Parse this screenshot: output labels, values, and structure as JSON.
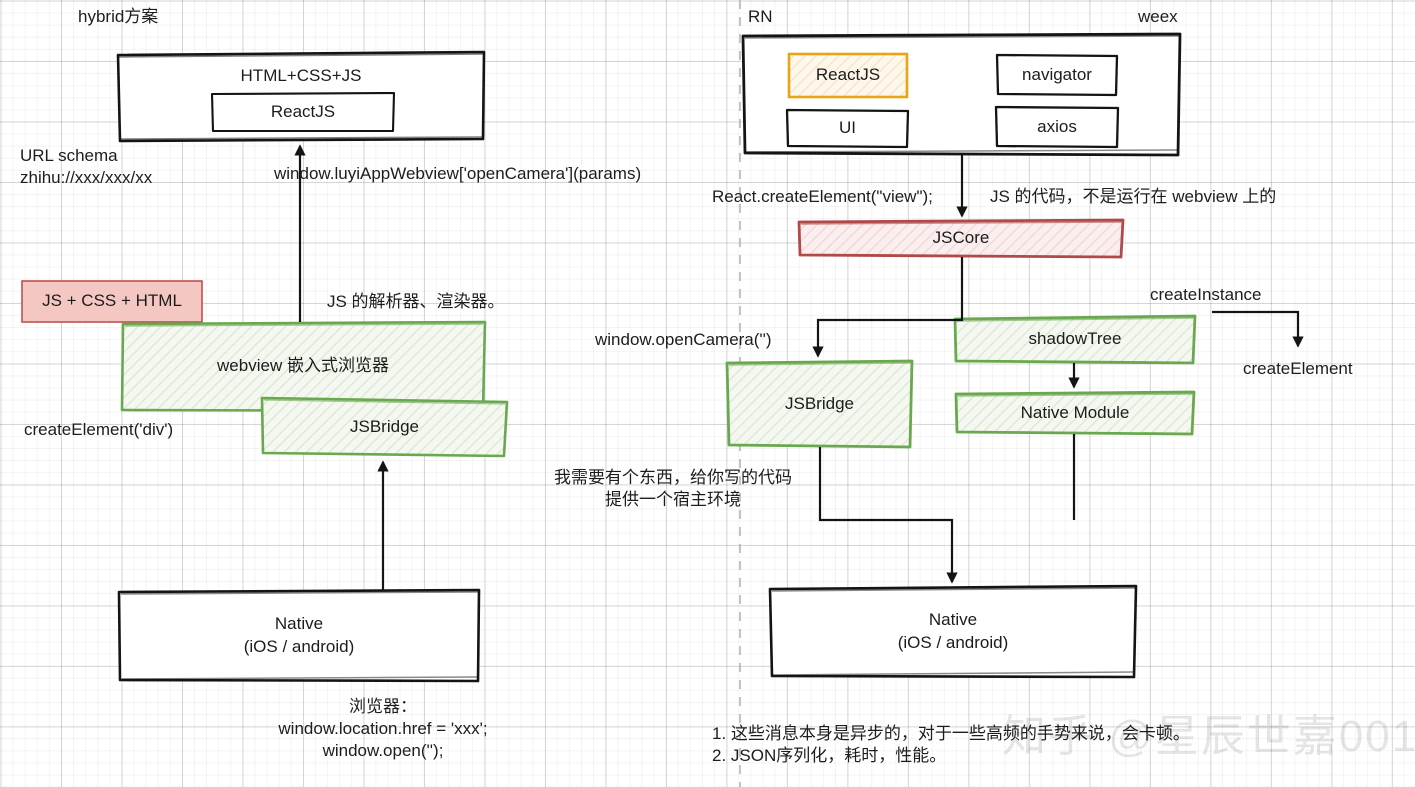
{
  "meta": {
    "watermark": "知乎 @星辰世嘉001"
  },
  "left_panel": {
    "title": "hybrid方案",
    "boxes": {
      "html_css_js": "HTML+CSS+JS",
      "reactjs": "ReactJS",
      "js_css_html_tag": "JS + CSS + HTML",
      "webview": "webview 嵌入式浏览器",
      "jsbridge": "JSBridge",
      "native": "Native\n(iOS / android)"
    },
    "labels": {
      "url_schema": "URL schema\nzhihu://xxx/xxx/xx",
      "bridge_call": "window.luyiAppWebview['openCamera'](params)",
      "js_parser": "JS 的解析器、渲染器。",
      "create_element_div": "createElement('div')",
      "browser_note": "浏览器：\nwindow.location.href = 'xxx';\nwindow.open('');"
    }
  },
  "right_panel": {
    "title_left": "RN",
    "title_right": "weex",
    "boxes": {
      "reactjs": "ReactJS",
      "ui": "UI",
      "navigator": "navigator",
      "axios": "axios",
      "jscore": "JSCore",
      "shadow_tree": "shadowTree",
      "jsbridge": "JSBridge",
      "native_module": "Native Module",
      "native": "Native\n(iOS / android)"
    },
    "labels": {
      "react_create_element": "React.createElement(\"view\");",
      "js_code_note": "JS 的代码，不是运行在 webview 上的",
      "window_open_camera": "window.openCamera('')",
      "create_instance": "createInstance",
      "create_element": "createElement",
      "host_env_note": "我需要有个东西，给你写的代码\n提供一个宿主环境",
      "footnote_1": "1. 这些消息本身是异步的，对于一些高频的手势来说，会卡顿。",
      "footnote_2": "2. JSON序列化，耗时，性能。"
    }
  },
  "colors": {
    "stroke_dark": "#1a1a1a",
    "green_stroke": "#6aa84f",
    "green_fill": "#f2f7ef",
    "red_stroke": "#b04a4a",
    "red_fill": "#fae8e8",
    "pink_fill": "#f4c7c3",
    "pink_stroke": "#c0504d",
    "orange_stroke": "#e8a317",
    "orange_fill": "#fdf6e8",
    "grid_minor": "#f0f0f0",
    "grid_major": "#e0e0e0"
  }
}
